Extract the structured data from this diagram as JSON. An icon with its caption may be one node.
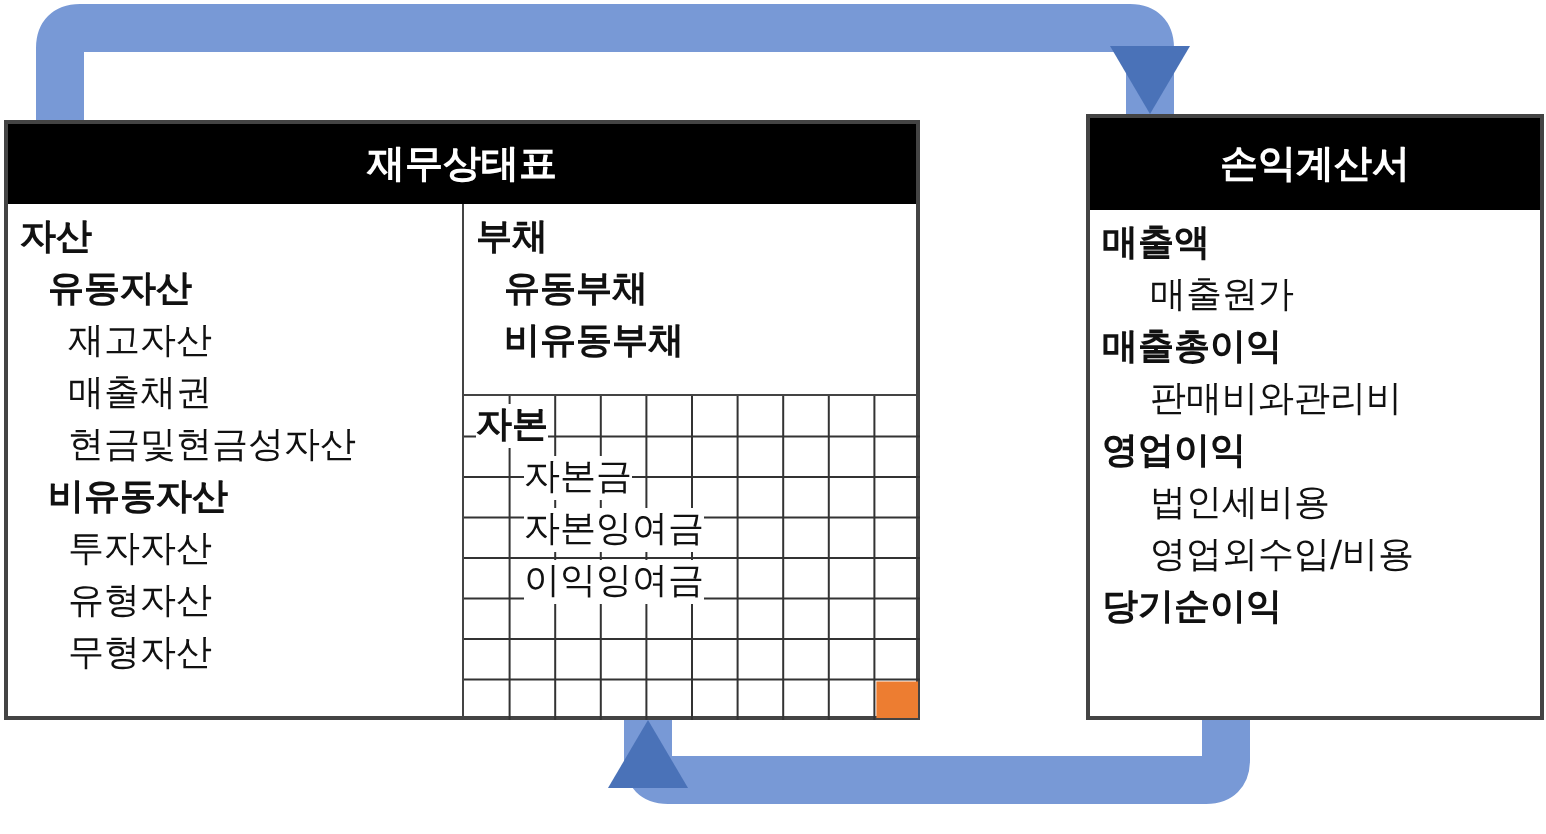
{
  "diagram": {
    "nodes": [
      {
        "text": [
          "재무상태표"
        ]
      },
      {
        "text": [
          "자산",
          "유동자산",
          "재고자산",
          "매출채권",
          "현금및현금성자산",
          "비유동자산",
          "투자자산",
          "유형자산",
          "무형자산"
        ],
        "in": 0
      },
      {
        "text": [
          "부채",
          "유동부채",
          "비유동부채"
        ],
        "in": 0
      },
      {
        "text": [
          "자본",
          "자본금",
          "자본잉여금",
          "이익잉여금"
        ],
        "in": 0
      },
      {
        "text": [
          "손익계산서",
          "매출액",
          "매출원가",
          "매출총이익",
          "판매비와관리비",
          "영업이익",
          "법인세비용",
          "영업외수입/비용",
          "당기순이익"
        ]
      }
    ],
    "edges": [
      {
        "from": 0,
        "to": 4,
        "arrow": "to"
      },
      {
        "from": 4,
        "to": 3,
        "arrow": "to"
      }
    ]
  }
}
